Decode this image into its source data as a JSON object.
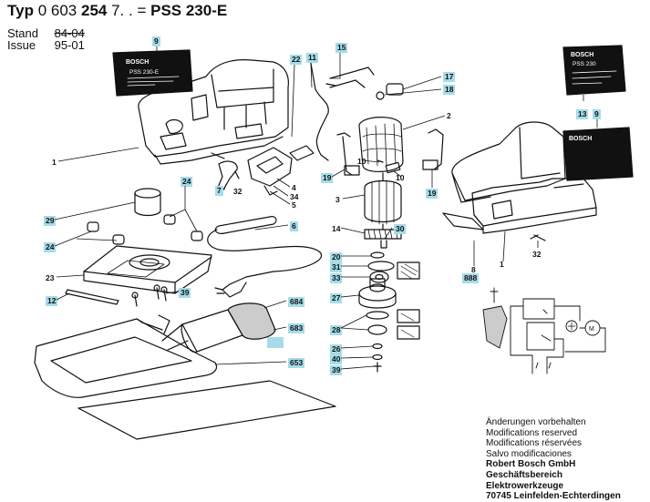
{
  "header": {
    "typ_label": "Typ",
    "typ_number_prefix": "0 603",
    "typ_number_bold": "254",
    "typ_suffix": "7. . =",
    "model": "PSS 230-E",
    "stand_label": "Stand",
    "stand_value": "84-04",
    "issue_label": "Issue",
    "issue_value": "95-01"
  },
  "nameplates": {
    "left": {
      "brand": "BOSCH",
      "model": "PSS 230-E"
    },
    "right_top": {
      "brand": "BOSCH",
      "model": "PSS 230"
    },
    "right_bottom": {
      "brand": "BOSCH"
    }
  },
  "callouts": {
    "c9": "9",
    "c22": "22",
    "c11": "11",
    "c15": "15",
    "c17": "17",
    "c18": "18",
    "c2": "2",
    "c1a": "1",
    "c7": "7",
    "c32a": "32",
    "c4": "4",
    "c34": "34",
    "c5": "5",
    "c10a": "10",
    "c10b": "10",
    "c19a": "19",
    "c19b": "19",
    "c3": "3",
    "c24a": "24",
    "c29": "29",
    "c24b": "24",
    "c6": "6",
    "c14": "14",
    "c30": "30",
    "c20": "20",
    "c31": "31",
    "c33": "33",
    "c23": "23",
    "c27": "27",
    "c12": "12",
    "c39a": "39",
    "c684": "684",
    "c683": "683",
    "c28": "28",
    "c26": "26",
    "c40": "40",
    "c39b": "39",
    "c653": "653",
    "c13": "13",
    "c9b": "9",
    "c8": "8",
    "c888": "888",
    "c1b": "1",
    "c32b": "32"
  },
  "footer": {
    "line1": "Änderungen vorbehalten",
    "line2": "Modifications reserved",
    "line3": "Modifications réservées",
    "line4": "Salvo modificaciones",
    "line5": "Robert Bosch GmbH",
    "line6": "Geschäftsbereich Elektrowerkzeuge",
    "line7": "70745 Leinfelden-Echterdingen"
  }
}
